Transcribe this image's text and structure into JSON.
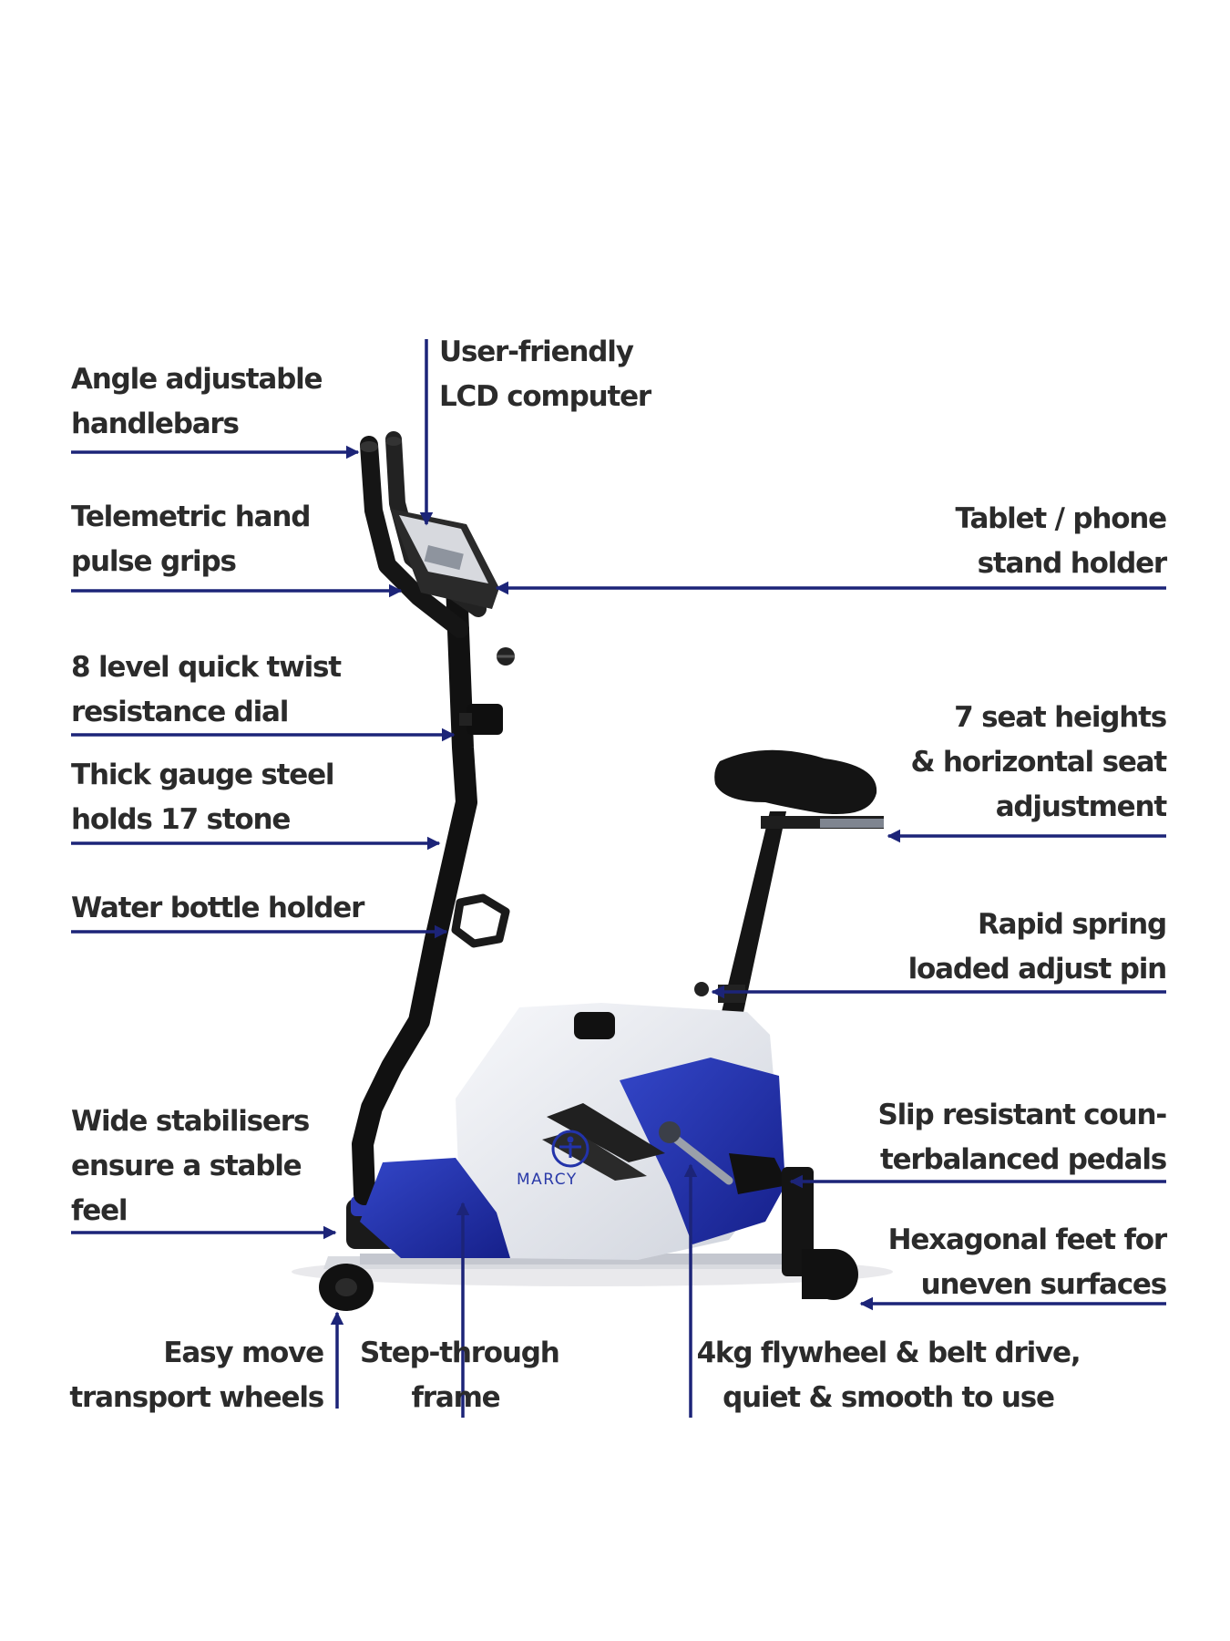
{
  "brand": {
    "logo_text": "MARCY"
  },
  "colors": {
    "arrow": "#1c2478",
    "frame": "#111111",
    "shroud_blue": "#1f2fa8",
    "shroud_white": "#eceef3",
    "text": "#2b2b2b"
  },
  "callouts": {
    "handlebars": {
      "line1": "Angle adjustable",
      "line2": "handlebars"
    },
    "lcd": {
      "line1": "User-friendly",
      "line2": "LCD computer"
    },
    "pulse": {
      "line1": "Telemetric hand",
      "line2": "pulse grips"
    },
    "tablet": {
      "line1": "Tablet / phone",
      "line2": "stand holder"
    },
    "dial": {
      "line1": "8 level quick twist",
      "line2": "resistance dial"
    },
    "seat": {
      "line1": "7 seat heights",
      "line2": "& horizontal seat",
      "line3": "adjustment"
    },
    "steel": {
      "line1": "Thick gauge steel",
      "line2": "holds 17 stone"
    },
    "bottle": {
      "line1": "Water bottle holder"
    },
    "pin": {
      "line1": "Rapid spring",
      "line2": "loaded adjust pin"
    },
    "stabilisers": {
      "line1": "Wide stabilisers",
      "line2": "ensure a stable",
      "line3": "feel"
    },
    "pedals": {
      "line1": "Slip resistant coun-",
      "line2": "terbalanced pedals"
    },
    "feet": {
      "line1": "Hexagonal feet for",
      "line2": "uneven surfaces"
    },
    "wheels": {
      "line1": "Easy move",
      "line2": "transport wheels"
    },
    "frame": {
      "line1": "Step-through",
      "line2": "frame"
    },
    "flywheel": {
      "line1": "4kg flywheel & belt drive,",
      "line2": "quiet & smooth to use"
    }
  }
}
